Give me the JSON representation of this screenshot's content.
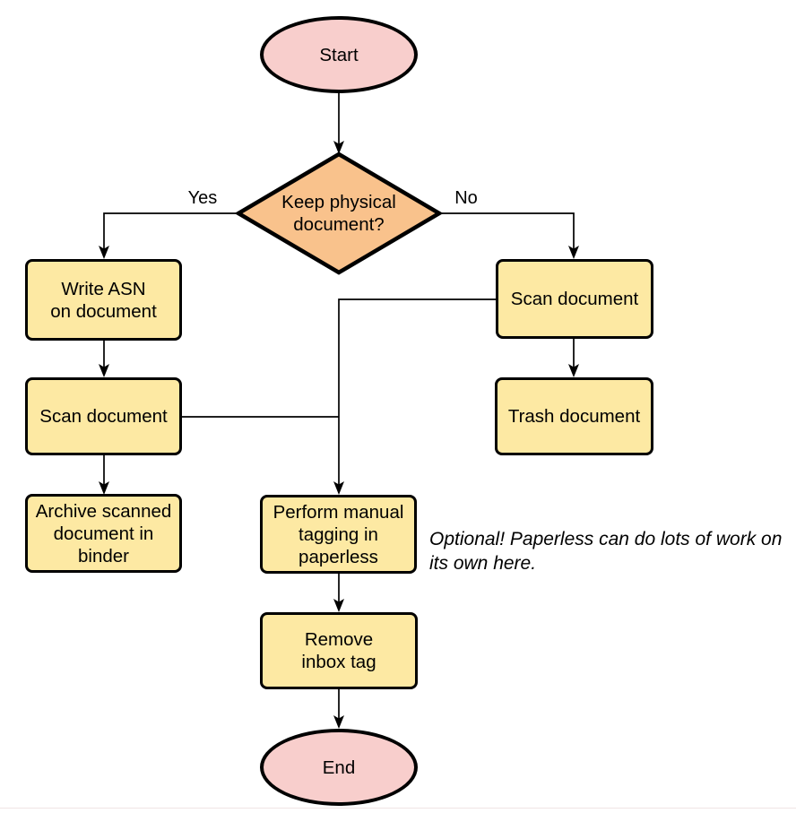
{
  "colors": {
    "background": "#ffffff",
    "terminal_fill": "#f8cecc",
    "decision_fill": "#f9c28c",
    "process_fill": "#fde9a3",
    "stroke": "#000000",
    "text": "#000000",
    "divider": "#f0e4e4"
  },
  "nodes": {
    "start": {
      "label": "Start",
      "type": "terminal"
    },
    "decision": {
      "label": "Keep physical\ndocument?",
      "type": "decision"
    },
    "write_asn": {
      "label": "Write ASN\non document",
      "type": "process"
    },
    "scan_left": {
      "label": "Scan document",
      "type": "process"
    },
    "archive": {
      "label": "Archive scanned\ndocument in\nbinder",
      "type": "process"
    },
    "scan_right": {
      "label": "Scan document",
      "type": "process"
    },
    "trash": {
      "label": "Trash document",
      "type": "process"
    },
    "tagging": {
      "label": "Perform manual\ntagging in\npaperless",
      "type": "process"
    },
    "remove_inbox": {
      "label": "Remove\ninbox tag",
      "type": "process"
    },
    "end": {
      "label": "End",
      "type": "terminal"
    }
  },
  "edge_labels": {
    "yes": "Yes",
    "no": "No"
  },
  "note": "Optional! Paperless can do lots of work on\nits own here."
}
